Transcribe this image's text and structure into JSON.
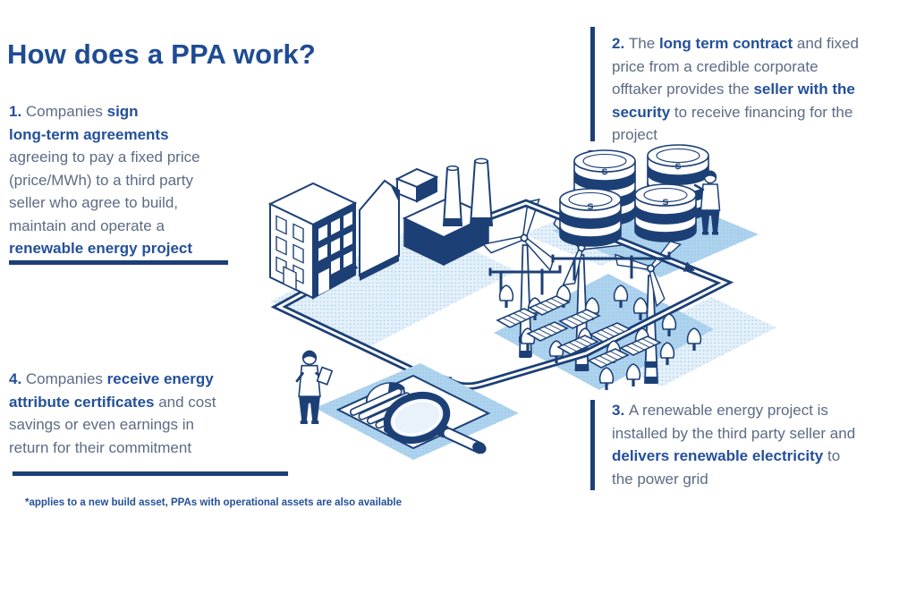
{
  "title": "How does a PPA work?",
  "footnote": "*applies to a new build asset, PPAs with operational assets are also available",
  "colors": {
    "navy": "#1c4076",
    "accent": "#24509a",
    "title": "#1e4b94",
    "body": "#5c6b84",
    "light_blue": "#aed3ee",
    "pale_blue": "#e4f0fa",
    "dot_blue": "#9ec9e8",
    "dot_dark": "#7fb0d9",
    "glass": "#e9f2fa"
  },
  "steps": [
    {
      "number": "1",
      "segments": [
        {
          "t": "1. ",
          "b": true
        },
        {
          "t": "Companies ",
          "b": false
        },
        {
          "t": "sign",
          "b": true
        },
        {
          "br": true
        },
        {
          "t": "long-term agreements",
          "b": true
        },
        {
          "br": true
        },
        {
          "t": "agreeing to pay a fixed price",
          "b": false
        },
        {
          "br": true
        },
        {
          "t": "(price/MWh) to a third party",
          "b": false
        },
        {
          "br": true
        },
        {
          "t": "seller who agree to build,",
          "b": false
        },
        {
          "br": true
        },
        {
          "t": "maintain and operate a",
          "b": false
        },
        {
          "br": true
        },
        {
          "t": "renewable energy project",
          "b": true
        }
      ]
    },
    {
      "number": "2",
      "segments": [
        {
          "t": "2. ",
          "b": true
        },
        {
          "t": "The ",
          "b": false
        },
        {
          "t": "long term contract",
          "b": true
        },
        {
          "t": " and fixed",
          "b": false
        },
        {
          "br": true
        },
        {
          "t": "price from a credible corporate",
          "b": false
        },
        {
          "br": true
        },
        {
          "t": "offtaker provides the ",
          "b": false
        },
        {
          "t": "seller with the",
          "b": true
        },
        {
          "br": true
        },
        {
          "t": "security",
          "b": true
        },
        {
          "t": " to receive financing for the",
          "b": false
        },
        {
          "br": true
        },
        {
          "t": "project",
          "b": false
        }
      ]
    },
    {
      "number": "3",
      "segments": [
        {
          "t": "3. ",
          "b": true
        },
        {
          "t": "A renewable energy project is",
          "b": false
        },
        {
          "br": true
        },
        {
          "t": "installed by the third party seller and",
          "b": false
        },
        {
          "br": true
        },
        {
          "t": "delivers renewable electricity",
          "b": true
        },
        {
          "t": " to",
          "b": false
        },
        {
          "br": true
        },
        {
          "t": "the power grid",
          "b": false
        }
      ]
    },
    {
      "number": "4",
      "segments": [
        {
          "t": "4. ",
          "b": true
        },
        {
          "t": "Companies ",
          "b": false
        },
        {
          "t": "receive energy",
          "b": true
        },
        {
          "br": true
        },
        {
          "t": "attribute certificates",
          "b": true
        },
        {
          "t": " and cost",
          "b": false
        },
        {
          "br": true
        },
        {
          "t": "savings or even earnings in",
          "b": false
        },
        {
          "br": true
        },
        {
          "t": "return for their commitment",
          "b": false
        }
      ]
    }
  ],
  "illustration": {
    "elements": [
      "office-building",
      "factory",
      "power-transmission-lines",
      "money-stacks",
      "seller-person",
      "wind-turbines",
      "trees",
      "solar-panels",
      "energy-flow-loop",
      "contract-document",
      "pie-chart",
      "magnifying-glass",
      "reviewer-person"
    ]
  }
}
